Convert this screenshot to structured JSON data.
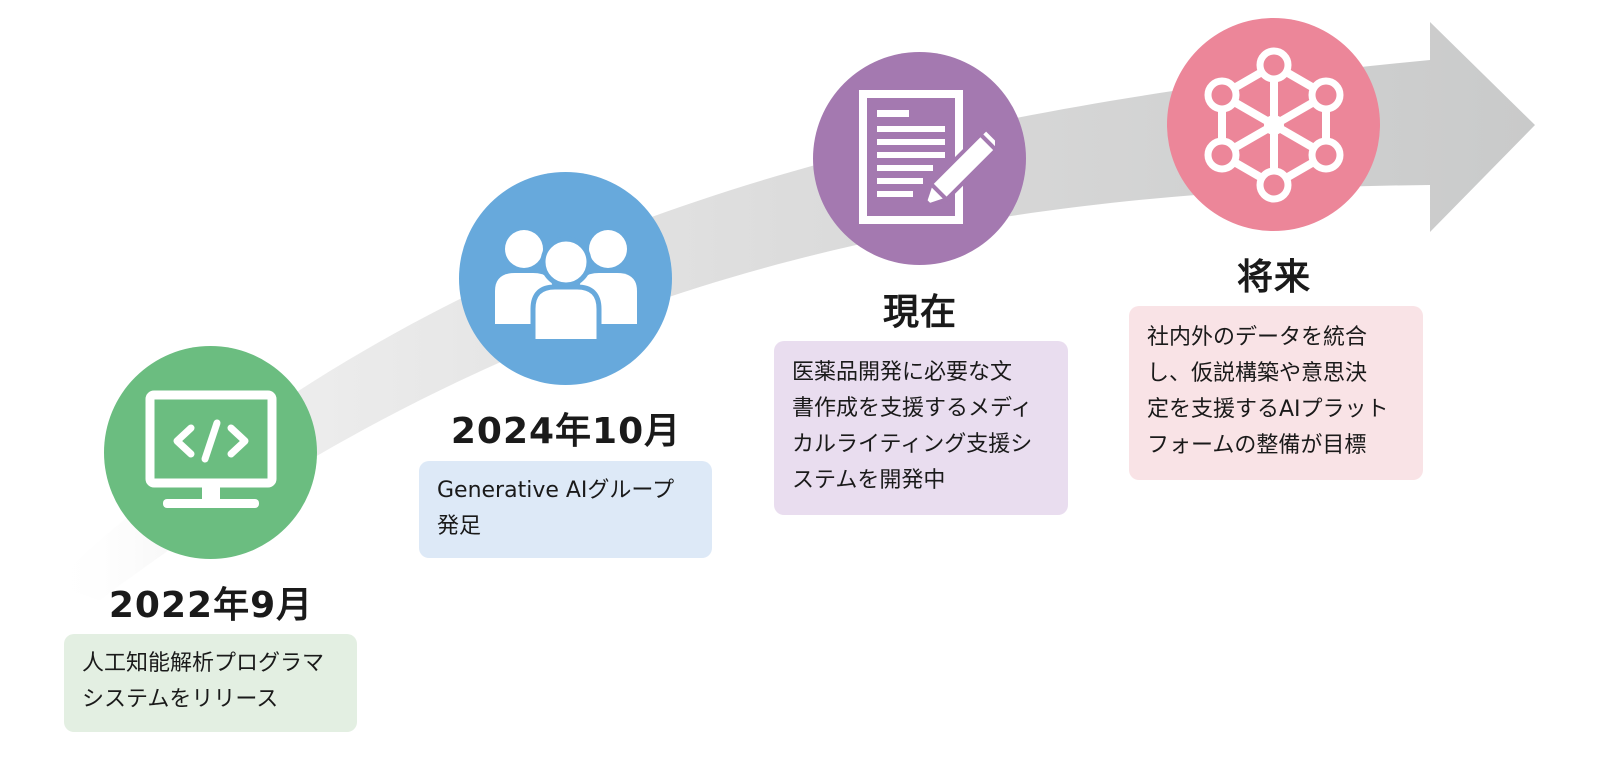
{
  "colors": {
    "arrow": "#c9caca",
    "milestone_1": "#6bbd80",
    "milestone_2": "#67a9dc",
    "milestone_3": "#a479b0",
    "milestone_4": "#ec8699",
    "box_1": "#e3efe2",
    "box_2": "#dde9f7",
    "box_3": "#e9ddef",
    "box_4": "#f9e3e6"
  },
  "milestones": [
    {
      "icon": "monitor-code-icon",
      "label": "2022年9月",
      "lines": [
        "人工知能解析プログラマ",
        "システムをリリース"
      ]
    },
    {
      "icon": "group-icon",
      "label": "2024年10月",
      "lines": [
        "Generative AIグループ",
        "発足"
      ]
    },
    {
      "icon": "document-pen-icon",
      "label": "現在",
      "lines": [
        "医薬品開発に必要な文",
        "書作成を支援するメディ",
        "カルライティング支援シ",
        "ステムを開発中"
      ]
    },
    {
      "icon": "network-icon",
      "label": "将来",
      "lines": [
        "社内外のデータを統合",
        "し、仮説構築や意思決",
        "定を支援するAIプラット",
        "フォームの整備が目標"
      ]
    }
  ]
}
